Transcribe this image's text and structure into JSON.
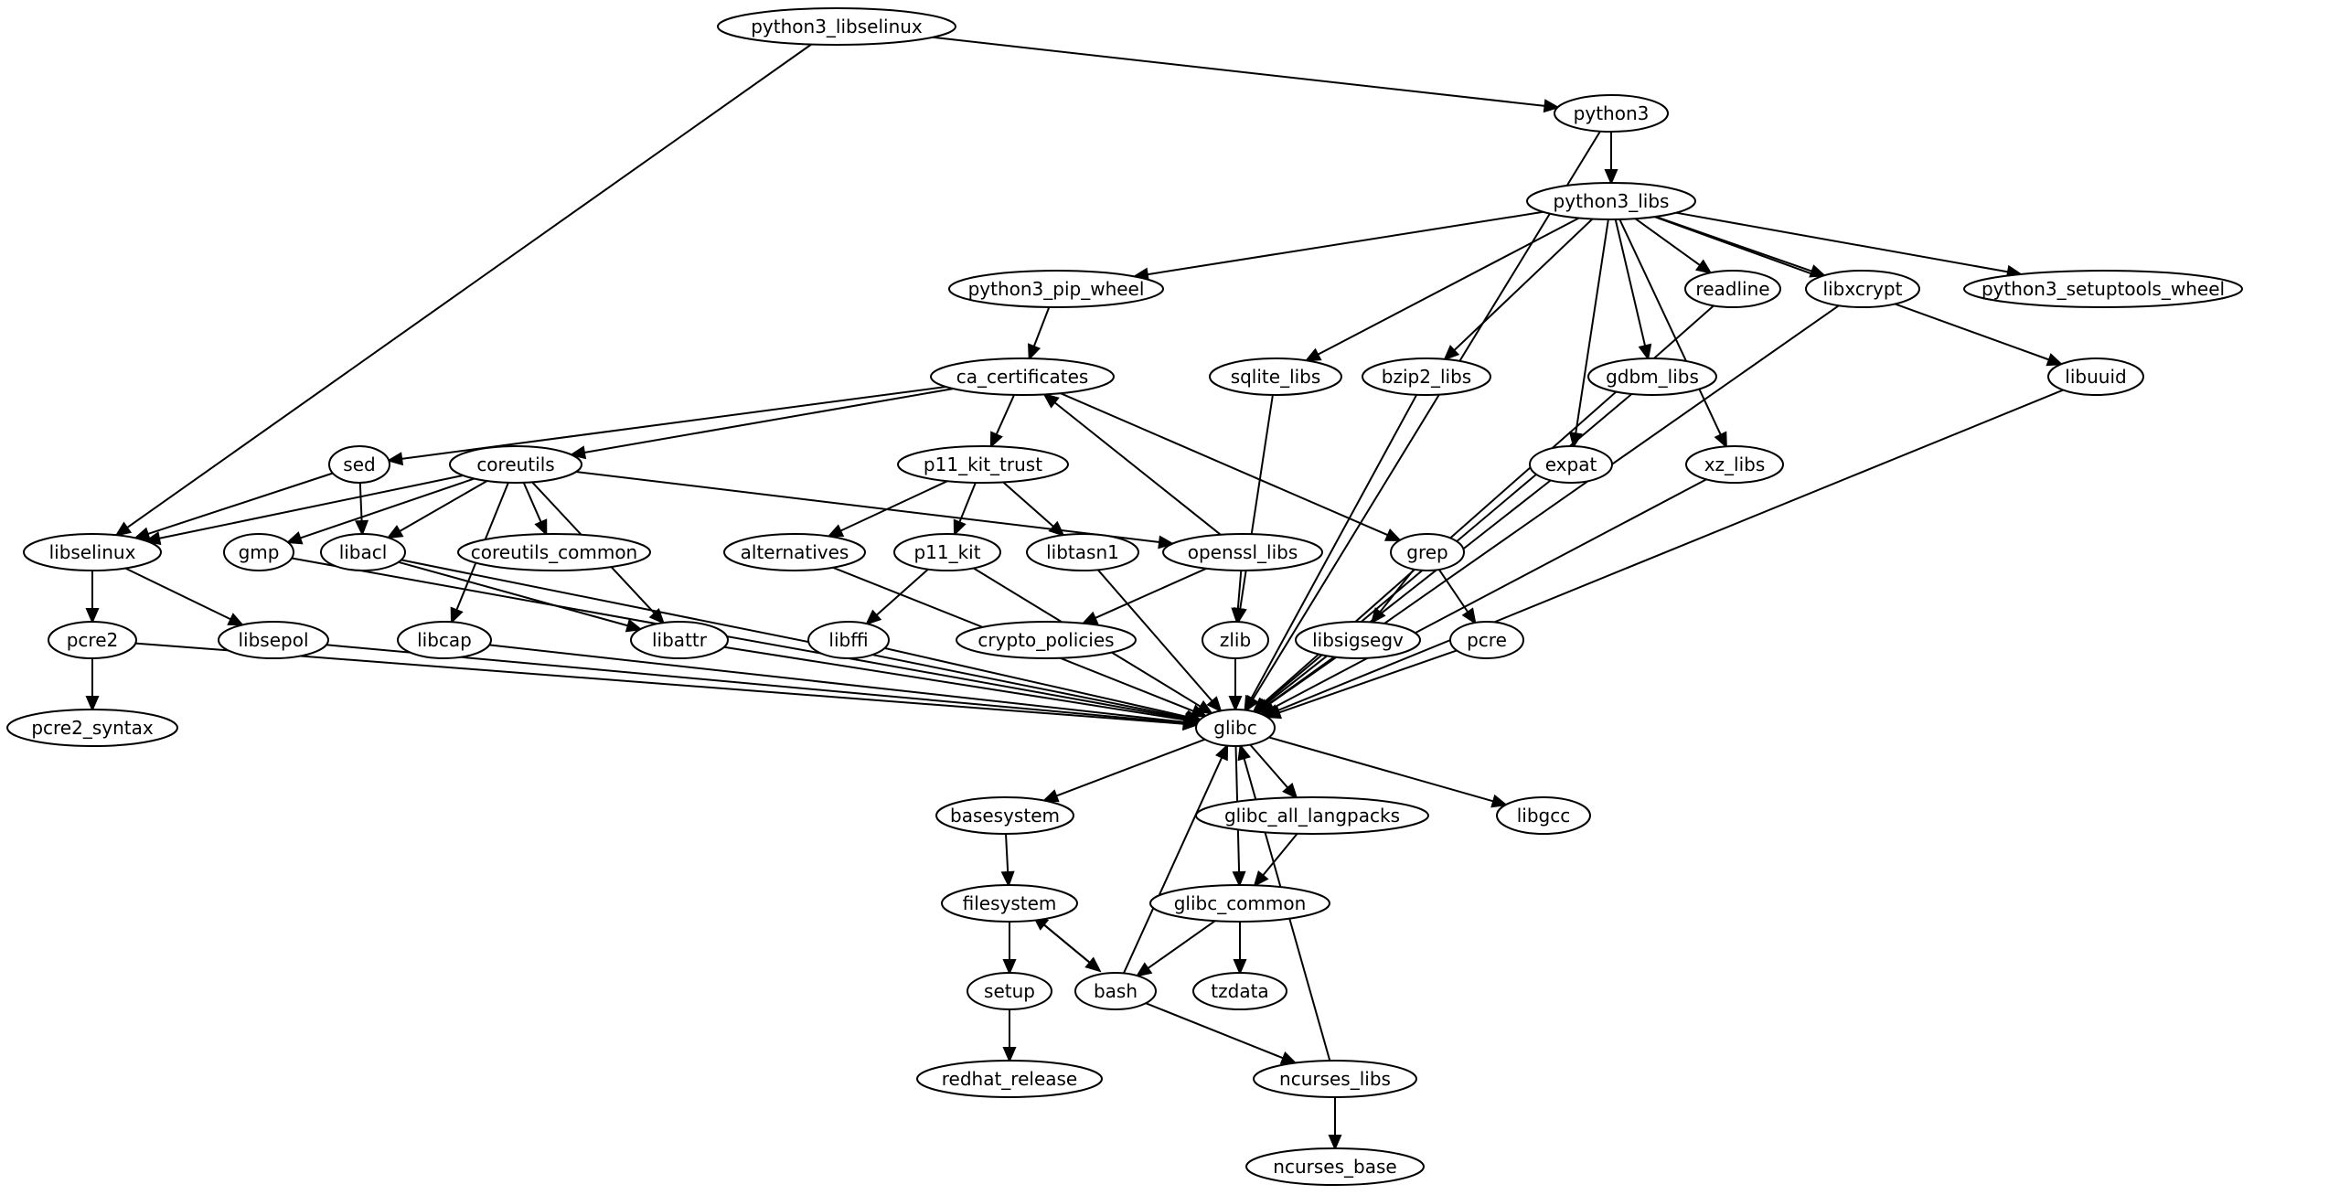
{
  "diagram": {
    "type": "dependency-graph",
    "directed": true,
    "nodes": [
      {
        "id": "python3_libselinux",
        "label": "python3_libselinux"
      },
      {
        "id": "python3",
        "label": "python3"
      },
      {
        "id": "python3_libs",
        "label": "python3_libs"
      },
      {
        "id": "python3_pip_wheel",
        "label": "python3_pip_wheel"
      },
      {
        "id": "readline",
        "label": "readline"
      },
      {
        "id": "libxcrypt",
        "label": "libxcrypt"
      },
      {
        "id": "python3_setuptools_wheel",
        "label": "python3_setuptools_wheel"
      },
      {
        "id": "ca_certificates",
        "label": "ca_certificates"
      },
      {
        "id": "sqlite_libs",
        "label": "sqlite_libs"
      },
      {
        "id": "bzip2_libs",
        "label": "bzip2_libs"
      },
      {
        "id": "gdbm_libs",
        "label": "gdbm_libs"
      },
      {
        "id": "libuuid",
        "label": "libuuid"
      },
      {
        "id": "sed",
        "label": "sed"
      },
      {
        "id": "coreutils",
        "label": "coreutils"
      },
      {
        "id": "p11_kit_trust",
        "label": "p11_kit_trust"
      },
      {
        "id": "expat",
        "label": "expat"
      },
      {
        "id": "xz_libs",
        "label": "xz_libs"
      },
      {
        "id": "libselinux",
        "label": "libselinux"
      },
      {
        "id": "gmp",
        "label": "gmp"
      },
      {
        "id": "libacl",
        "label": "libacl"
      },
      {
        "id": "coreutils_common",
        "label": "coreutils_common"
      },
      {
        "id": "alternatives",
        "label": "alternatives"
      },
      {
        "id": "p11_kit",
        "label": "p11_kit"
      },
      {
        "id": "libtasn1",
        "label": "libtasn1"
      },
      {
        "id": "openssl_libs",
        "label": "openssl_libs"
      },
      {
        "id": "grep",
        "label": "grep"
      },
      {
        "id": "pcre2",
        "label": "pcre2"
      },
      {
        "id": "libsepol",
        "label": "libsepol"
      },
      {
        "id": "libcap",
        "label": "libcap"
      },
      {
        "id": "libattr",
        "label": "libattr"
      },
      {
        "id": "libffi",
        "label": "libffi"
      },
      {
        "id": "crypto_policies",
        "label": "crypto_policies"
      },
      {
        "id": "zlib",
        "label": "zlib"
      },
      {
        "id": "libsigsegv",
        "label": "libsigsegv"
      },
      {
        "id": "pcre",
        "label": "pcre"
      },
      {
        "id": "pcre2_syntax",
        "label": "pcre2_syntax"
      },
      {
        "id": "glibc",
        "label": "glibc"
      },
      {
        "id": "basesystem",
        "label": "basesystem"
      },
      {
        "id": "glibc_all_langpacks",
        "label": "glibc_all_langpacks"
      },
      {
        "id": "libgcc",
        "label": "libgcc"
      },
      {
        "id": "filesystem",
        "label": "filesystem"
      },
      {
        "id": "glibc_common",
        "label": "glibc_common"
      },
      {
        "id": "setup",
        "label": "setup"
      },
      {
        "id": "bash",
        "label": "bash"
      },
      {
        "id": "tzdata",
        "label": "tzdata"
      },
      {
        "id": "redhat_release",
        "label": "redhat_release"
      },
      {
        "id": "ncurses_libs",
        "label": "ncurses_libs"
      },
      {
        "id": "ncurses_base",
        "label": "ncurses_base"
      }
    ],
    "edges": [
      [
        "python3_libselinux",
        "python3"
      ],
      [
        "python3_libselinux",
        "libselinux"
      ],
      [
        "python3",
        "python3_libs"
      ],
      [
        "python3",
        "glibc"
      ],
      [
        "python3_libs",
        "python3_pip_wheel"
      ],
      [
        "python3_libs",
        "sqlite_libs"
      ],
      [
        "python3_libs",
        "bzip2_libs"
      ],
      [
        "python3_libs",
        "expat"
      ],
      [
        "python3_libs",
        "gdbm_libs"
      ],
      [
        "python3_libs",
        "xz_libs"
      ],
      [
        "python3_libs",
        "readline"
      ],
      [
        "python3_libs",
        "libxcrypt"
      ],
      [
        "python3_libs",
        "python3_setuptools_wheel"
      ],
      [
        "python3_libs",
        "libuuid"
      ],
      [
        "python3_pip_wheel",
        "ca_certificates"
      ],
      [
        "ca_certificates",
        "sed"
      ],
      [
        "ca_certificates",
        "coreutils"
      ],
      [
        "ca_certificates",
        "p11_kit_trust"
      ],
      [
        "ca_certificates",
        "grep"
      ],
      [
        "openssl_libs",
        "ca_certificates"
      ],
      [
        "sed",
        "libselinux"
      ],
      [
        "sed",
        "libacl"
      ],
      [
        "coreutils",
        "libselinux"
      ],
      [
        "coreutils",
        "gmp"
      ],
      [
        "coreutils",
        "libacl"
      ],
      [
        "coreutils",
        "coreutils_common"
      ],
      [
        "coreutils",
        "libattr"
      ],
      [
        "coreutils",
        "libcap"
      ],
      [
        "coreutils",
        "openssl_libs"
      ],
      [
        "p11_kit_trust",
        "alternatives"
      ],
      [
        "p11_kit_trust",
        "p11_kit"
      ],
      [
        "p11_kit_trust",
        "libtasn1"
      ],
      [
        "libselinux",
        "pcre2"
      ],
      [
        "libselinux",
        "libsepol"
      ],
      [
        "libacl",
        "libattr"
      ],
      [
        "p11_kit",
        "libffi"
      ],
      [
        "openssl_libs",
        "crypto_policies"
      ],
      [
        "openssl_libs",
        "zlib"
      ],
      [
        "sqlite_libs",
        "zlib"
      ],
      [
        "grep",
        "libsigsegv"
      ],
      [
        "grep",
        "pcre"
      ],
      [
        "pcre2",
        "pcre2_syntax"
      ],
      [
        "pcre2",
        "glibc"
      ],
      [
        "libsepol",
        "glibc"
      ],
      [
        "gmp",
        "glibc"
      ],
      [
        "libcap",
        "glibc"
      ],
      [
        "libacl",
        "glibc"
      ],
      [
        "libattr",
        "glibc"
      ],
      [
        "alternatives",
        "glibc"
      ],
      [
        "libffi",
        "glibc"
      ],
      [
        "p11_kit",
        "glibc"
      ],
      [
        "libtasn1",
        "glibc"
      ],
      [
        "zlib",
        "glibc"
      ],
      [
        "libsigsegv",
        "glibc"
      ],
      [
        "pcre",
        "glibc"
      ],
      [
        "bzip2_libs",
        "glibc"
      ],
      [
        "expat",
        "glibc"
      ],
      [
        "gdbm_libs",
        "glibc"
      ],
      [
        "xz_libs",
        "glibc"
      ],
      [
        "readline",
        "glibc"
      ],
      [
        "libxcrypt",
        "glibc"
      ],
      [
        "libuuid",
        "glibc"
      ],
      [
        "glibc",
        "basesystem"
      ],
      [
        "glibc",
        "glibc_all_langpacks"
      ],
      [
        "glibc",
        "libgcc"
      ],
      [
        "glibc",
        "glibc_common"
      ],
      [
        "glibc_all_langpacks",
        "glibc_common"
      ],
      [
        "basesystem",
        "filesystem"
      ],
      [
        "filesystem",
        "setup"
      ],
      [
        "filesystem",
        "bash"
      ],
      [
        "bash",
        "filesystem"
      ],
      [
        "bash",
        "glibc"
      ],
      [
        "bash",
        "ncurses_libs"
      ],
      [
        "glibc_common",
        "bash"
      ],
      [
        "glibc_common",
        "tzdata"
      ],
      [
        "setup",
        "redhat_release"
      ],
      [
        "ncurses_libs",
        "ncurses_base"
      ],
      [
        "ncurses_libs",
        "glibc"
      ]
    ]
  }
}
